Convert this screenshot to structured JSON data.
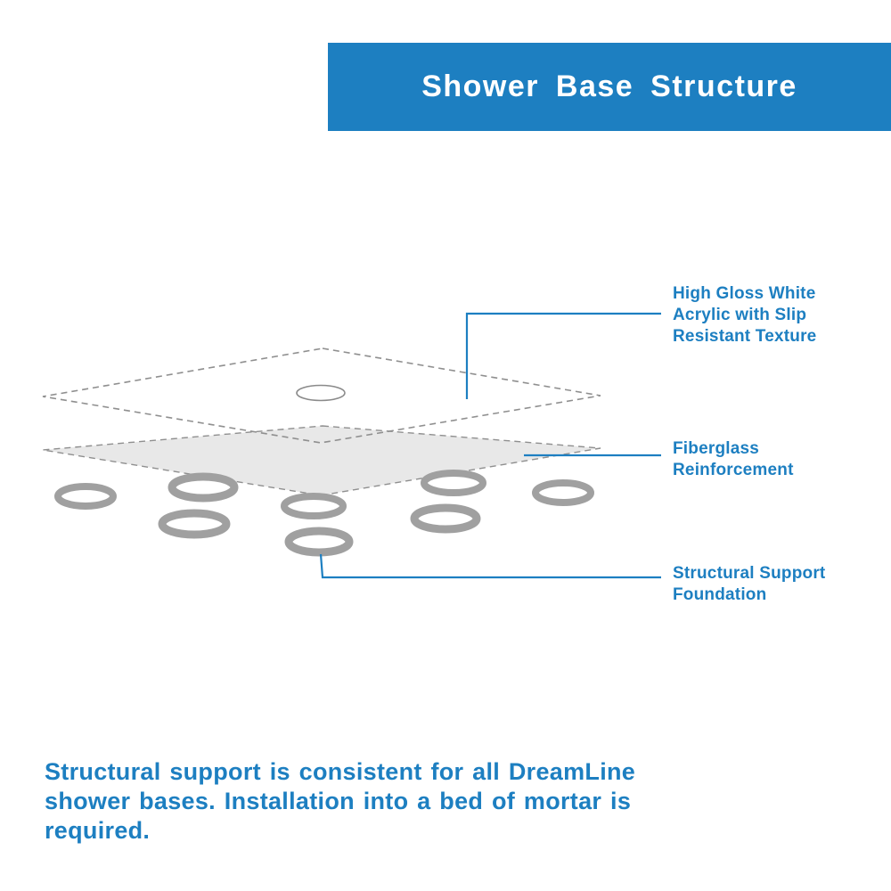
{
  "header": {
    "title": "Shower Base Structure"
  },
  "diagram": {
    "callouts": [
      {
        "id": "acrylic",
        "text": "High Gloss White Acrylic with Slip Resistant Texture"
      },
      {
        "id": "fiberglass",
        "text": "Fiberglass Reinforcement"
      },
      {
        "id": "support",
        "text": "Structural Support Foundation"
      }
    ]
  },
  "footer": {
    "text": "Structural support is consistent for all DreamLine shower bases. Installation into a bed of mortar is required."
  },
  "colors": {
    "brand_blue": "#1d7fc1",
    "layer_fill": "#e8e8e8",
    "ring_gray": "#a0a0a0",
    "dash_gray": "#8f8f8f"
  }
}
